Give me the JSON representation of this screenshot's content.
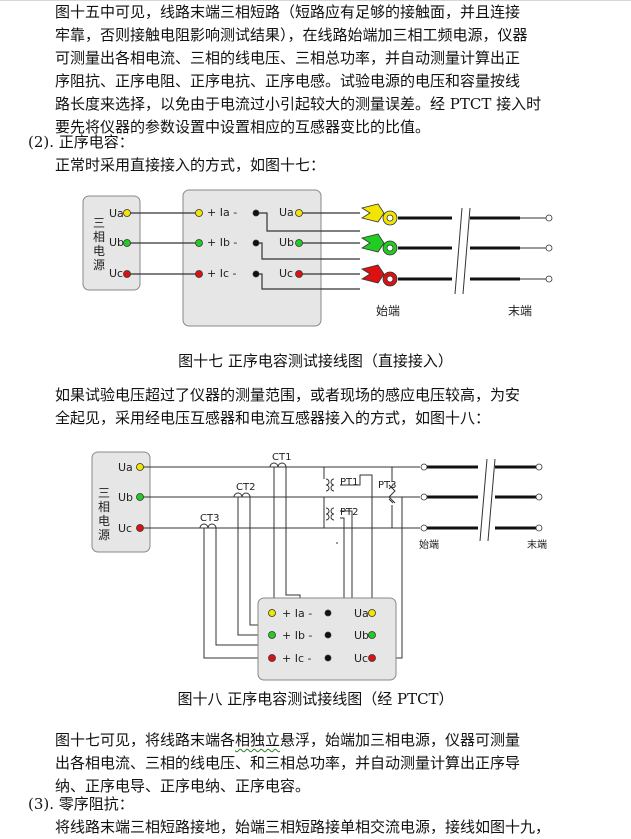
{
  "section1": {
    "lines": [
      "图十五中可见，线路末端三相短路（短路应有足够的接触面，并且连接",
      "牢靠，否则接触电阻影响测试结果），在线路始端加三相工频电源，仪器",
      "可测量出各相电流、三相的线电压、三相总功率，并自动测量计算出正",
      "序阻抗、正序电阻、正序电抗、正序电感。试验电源的电压和容量按线",
      "路长度来选择，以免由于电流过小引起较大的测量误差。经 PTCT 接入时",
      "要先将仪器的参数设置中设置相应的互感器变比的比值。"
    ]
  },
  "section2": {
    "heading": "(2). 正序电容：",
    "intro": "正常时采用直接接入的方式，如图十七："
  },
  "fig17": {
    "source_label": [
      "三",
      "相",
      "电",
      "源"
    ],
    "phase_labels": [
      "Ua",
      "Ub",
      "Uc"
    ],
    "current_labels": [
      "+ Ia -",
      "+ Ib -",
      "+ Ic -"
    ],
    "start_label": "始端",
    "end_label": "末端",
    "colors": {
      "yellow": "#f2e600",
      "green": "#22cc22",
      "red": "#dd1111",
      "box": "#e6e6e6"
    },
    "caption": "图十七  正序电容测试接线图（直接接入）"
  },
  "section3": {
    "lines": [
      "如果试验电压超过了仪器的测量范围，或者现场的感应电压较高，为安",
      "全起见，采用经电压互感器和电流互感器接入的方式，如图十八："
    ]
  },
  "fig18": {
    "source_label": [
      "三",
      "相",
      "电",
      "源"
    ],
    "phase_labels": [
      "Ua",
      "Ub",
      "Uc"
    ],
    "ct_labels": [
      "CT1",
      "CT2",
      "CT3"
    ],
    "pt_labels": [
      "PT1",
      "PT2",
      "PT3"
    ],
    "current_labels": [
      "+ Ia -",
      "+ Ib -",
      "+ Ic -"
    ],
    "start_label": "始端",
    "end_label": "末端",
    "caption": "图十八  正序电容测试接线图（经 PTCT）"
  },
  "section4": {
    "line1_a": "图十七可见，将线路末端各",
    "line1_b": "相独立",
    "line1_c": "悬浮，始端加三相电源，仪器可测量",
    "line2": "出各相电流、三相的线电压、和三相总功率，并自动测量计算出正序导",
    "line3": "纳、正序电导、正序电纳、正序电容。"
  },
  "section5": {
    "heading": "(3). 零序阻抗：",
    "line1": "将线路末端三相短路接地，始端三相短路接单相交流电源，接线如图十九，"
  }
}
